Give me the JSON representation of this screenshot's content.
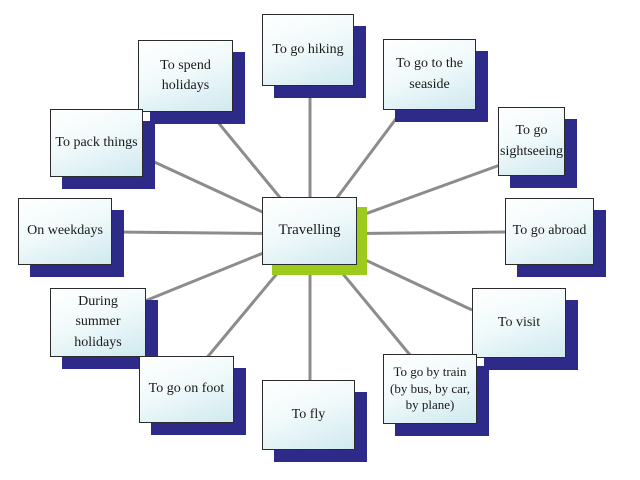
{
  "diagram": {
    "center": "Travelling",
    "nodes": {
      "hiking": "To go hiking",
      "spend_holidays": "To spend holidays",
      "seaside": "To go to the seaside",
      "pack_things": "To pack things",
      "sightseeing": "To go sightseeing",
      "weekdays": "On weekdays",
      "abroad": "To go abroad",
      "summer_holidays": "During summer holidays",
      "visit": "To visit",
      "foot": "To go on foot",
      "fly": "To fly",
      "train": "To go by train (by bus, by car, by plane)"
    },
    "colors": {
      "connector": "#8c8c8c",
      "shadow": "#2e2a8a",
      "center_shadow": "#9ccb1b"
    }
  }
}
